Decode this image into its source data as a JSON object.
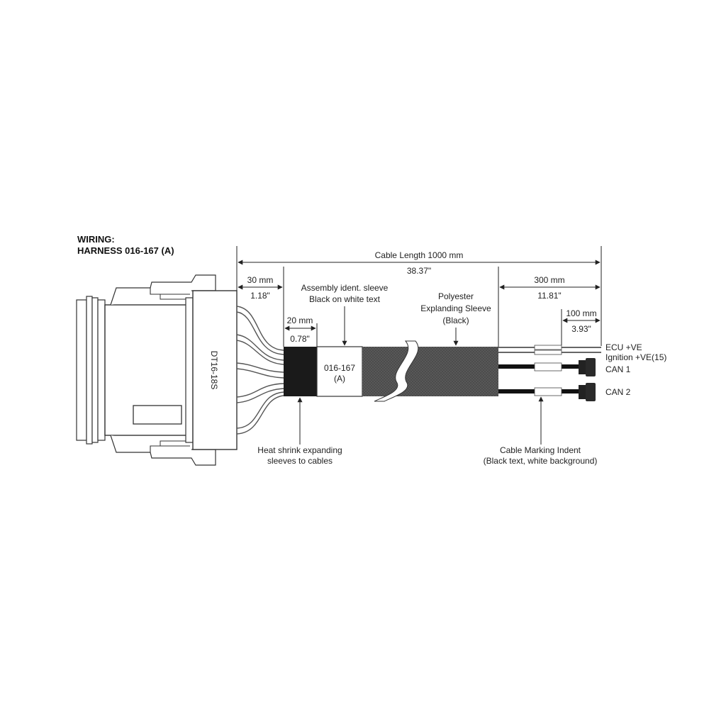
{
  "title": {
    "line1": "WIRING:",
    "line2": "HARNESS 016-167 (A)"
  },
  "connector": {
    "part_label": "DT16-18S"
  },
  "dimensions": {
    "cable_length_mm": "Cable Length 1000 mm",
    "cable_length_in": "38.37\"",
    "conn_mm": "30 mm",
    "conn_in": "1.18\"",
    "heatshrink_mm": "20 mm",
    "heatshrink_in": "0.78\"",
    "breakout_mm": "300 mm",
    "breakout_in": "11.81\"",
    "tail_mm": "100 mm",
    "tail_in": "3.93\""
  },
  "callouts": {
    "assembly_line1": "Assembly ident. sleeve",
    "assembly_line2": "Black on white text",
    "polyester_line1": "Polyester",
    "polyester_line2": "Explanding Sleeve",
    "polyester_line3": "(Black)",
    "heatshrink_line1": "Heat shrink expanding",
    "heatshrink_line2": "sleeves to cables",
    "marking_line1": "Cable Marking Indent",
    "marking_line2": "(Black text, white background)"
  },
  "ident_sleeve": {
    "line1": "016-167",
    "line2": "(A)"
  },
  "wires": [
    {
      "label": "ECU +VE"
    },
    {
      "label": "Ignition +VE(15)"
    },
    {
      "label": "CAN 1"
    },
    {
      "label": "CAN 2"
    }
  ]
}
